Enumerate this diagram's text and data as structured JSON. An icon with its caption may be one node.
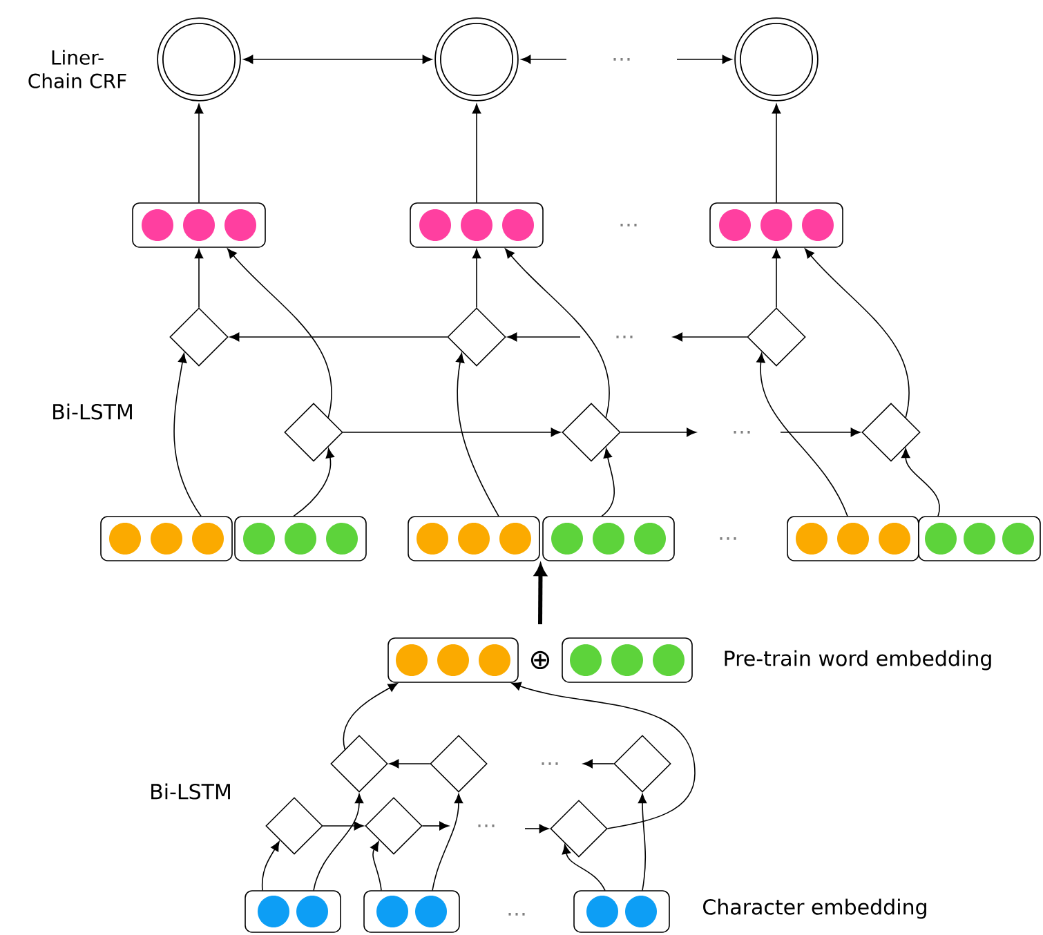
{
  "diagram": {
    "nodes": [
      {
        "text": [],
        "shape": "circle"
      },
      {
        "text": [],
        "shape": "circle"
      },
      {
        "text": [],
        "shape": "circle"
      },
      {
        "text": [],
        "shape": "box"
      },
      {
        "text": [],
        "shape": "box"
      },
      {
        "text": [],
        "shape": "box"
      },
      {
        "text": [],
        "shape": "diamond"
      },
      {
        "text": [],
        "shape": "diamond"
      },
      {
        "text": [],
        "shape": "diamond"
      },
      {
        "text": [],
        "shape": "diamond"
      },
      {
        "text": [],
        "shape": "diamond"
      },
      {
        "text": [],
        "shape": "diamond"
      },
      {
        "text": [],
        "shape": "box"
      },
      {
        "text": [],
        "shape": "box"
      },
      {
        "text": [],
        "shape": "box"
      },
      {
        "text": [],
        "shape": "box"
      },
      {
        "text": [],
        "shape": "box"
      },
      {
        "text": [],
        "shape": "box"
      },
      {
        "text": [],
        "shape": "box"
      },
      {
        "text": [],
        "shape": "box"
      },
      {
        "text": [],
        "shape": "diamond"
      },
      {
        "text": [],
        "shape": "diamond"
      },
      {
        "text": [],
        "shape": "diamond"
      },
      {
        "text": [],
        "shape": "diamond"
      },
      {
        "text": [],
        "shape": "diamond"
      },
      {
        "text": [],
        "shape": "diamond"
      },
      {
        "text": [],
        "shape": "box"
      },
      {
        "text": [],
        "shape": "box"
      },
      {
        "text": [],
        "shape": "box"
      }
    ],
    "edges": [
      {
        "from": 0,
        "to": 1,
        "arrow": "both"
      },
      {
        "from": null,
        "to": 1,
        "arrow": "to"
      },
      {
        "from": null,
        "to": 2,
        "arrow": "to"
      },
      {
        "from": 3,
        "to": 0,
        "arrow": "to"
      },
      {
        "from": 4,
        "to": 1,
        "arrow": "to"
      },
      {
        "from": 5,
        "to": 2,
        "arrow": "to"
      },
      {
        "from": 6,
        "to": 3,
        "arrow": "to"
      },
      {
        "from": 7,
        "to": 4,
        "arrow": "to"
      },
      {
        "from": 8,
        "to": 5,
        "arrow": "to"
      },
      {
        "from": 9,
        "to": 3,
        "arrow": "to"
      },
      {
        "from": 10,
        "to": 4,
        "arrow": "to"
      },
      {
        "from": 11,
        "to": 5,
        "arrow": "to"
      },
      {
        "from": 7,
        "to": 6,
        "arrow": "to"
      },
      {
        "from": null,
        "to": 7,
        "arrow": "to"
      },
      {
        "from": 8,
        "to": null,
        "arrow": "to"
      },
      {
        "from": 9,
        "to": 10,
        "arrow": "to"
      },
      {
        "from": 10,
        "to": null,
        "arrow": "to"
      },
      {
        "from": null,
        "to": 11,
        "arrow": "to"
      },
      {
        "from": 12,
        "to": 6,
        "arrow": "to"
      },
      {
        "from": 14,
        "to": 7,
        "arrow": "to"
      },
      {
        "from": 16,
        "to": 8,
        "arrow": "to"
      },
      {
        "from": 13,
        "to": 9,
        "arrow": "to"
      },
      {
        "from": 15,
        "to": 10,
        "arrow": "to"
      },
      {
        "from": 17,
        "to": 11,
        "arrow": "to"
      },
      {
        "from": null,
        "to": 15,
        "arrow": "to",
        "style": "thick"
      },
      {
        "from": 20,
        "to": 18,
        "arrow": "to"
      },
      {
        "from": 25,
        "to": 18,
        "arrow": "to"
      },
      {
        "from": 21,
        "to": 20,
        "arrow": "to"
      },
      {
        "from": 22,
        "to": null,
        "arrow": "to"
      },
      {
        "from": 23,
        "to": 24,
        "arrow": "to"
      },
      {
        "from": 24,
        "to": null,
        "arrow": "to"
      },
      {
        "from": null,
        "to": 25,
        "arrow": "to"
      },
      {
        "from": 26,
        "to": 23,
        "arrow": "to"
      },
      {
        "from": 27,
        "to": 24,
        "arrow": "to"
      },
      {
        "from": 28,
        "to": 25,
        "arrow": "to"
      },
      {
        "from": 26,
        "to": 20,
        "arrow": "to"
      },
      {
        "from": 27,
        "to": 21,
        "arrow": "to"
      },
      {
        "from": 28,
        "to": 22,
        "arrow": "to"
      }
    ],
    "labels": [
      "Liner-Chain CRF",
      "…",
      "…",
      "…",
      "Bi-LSTM",
      "…",
      "…",
      "⊕",
      "Pre-train word embedding",
      "…",
      "Bi-LSTM",
      "…",
      "…",
      "Character embedding"
    ]
  }
}
